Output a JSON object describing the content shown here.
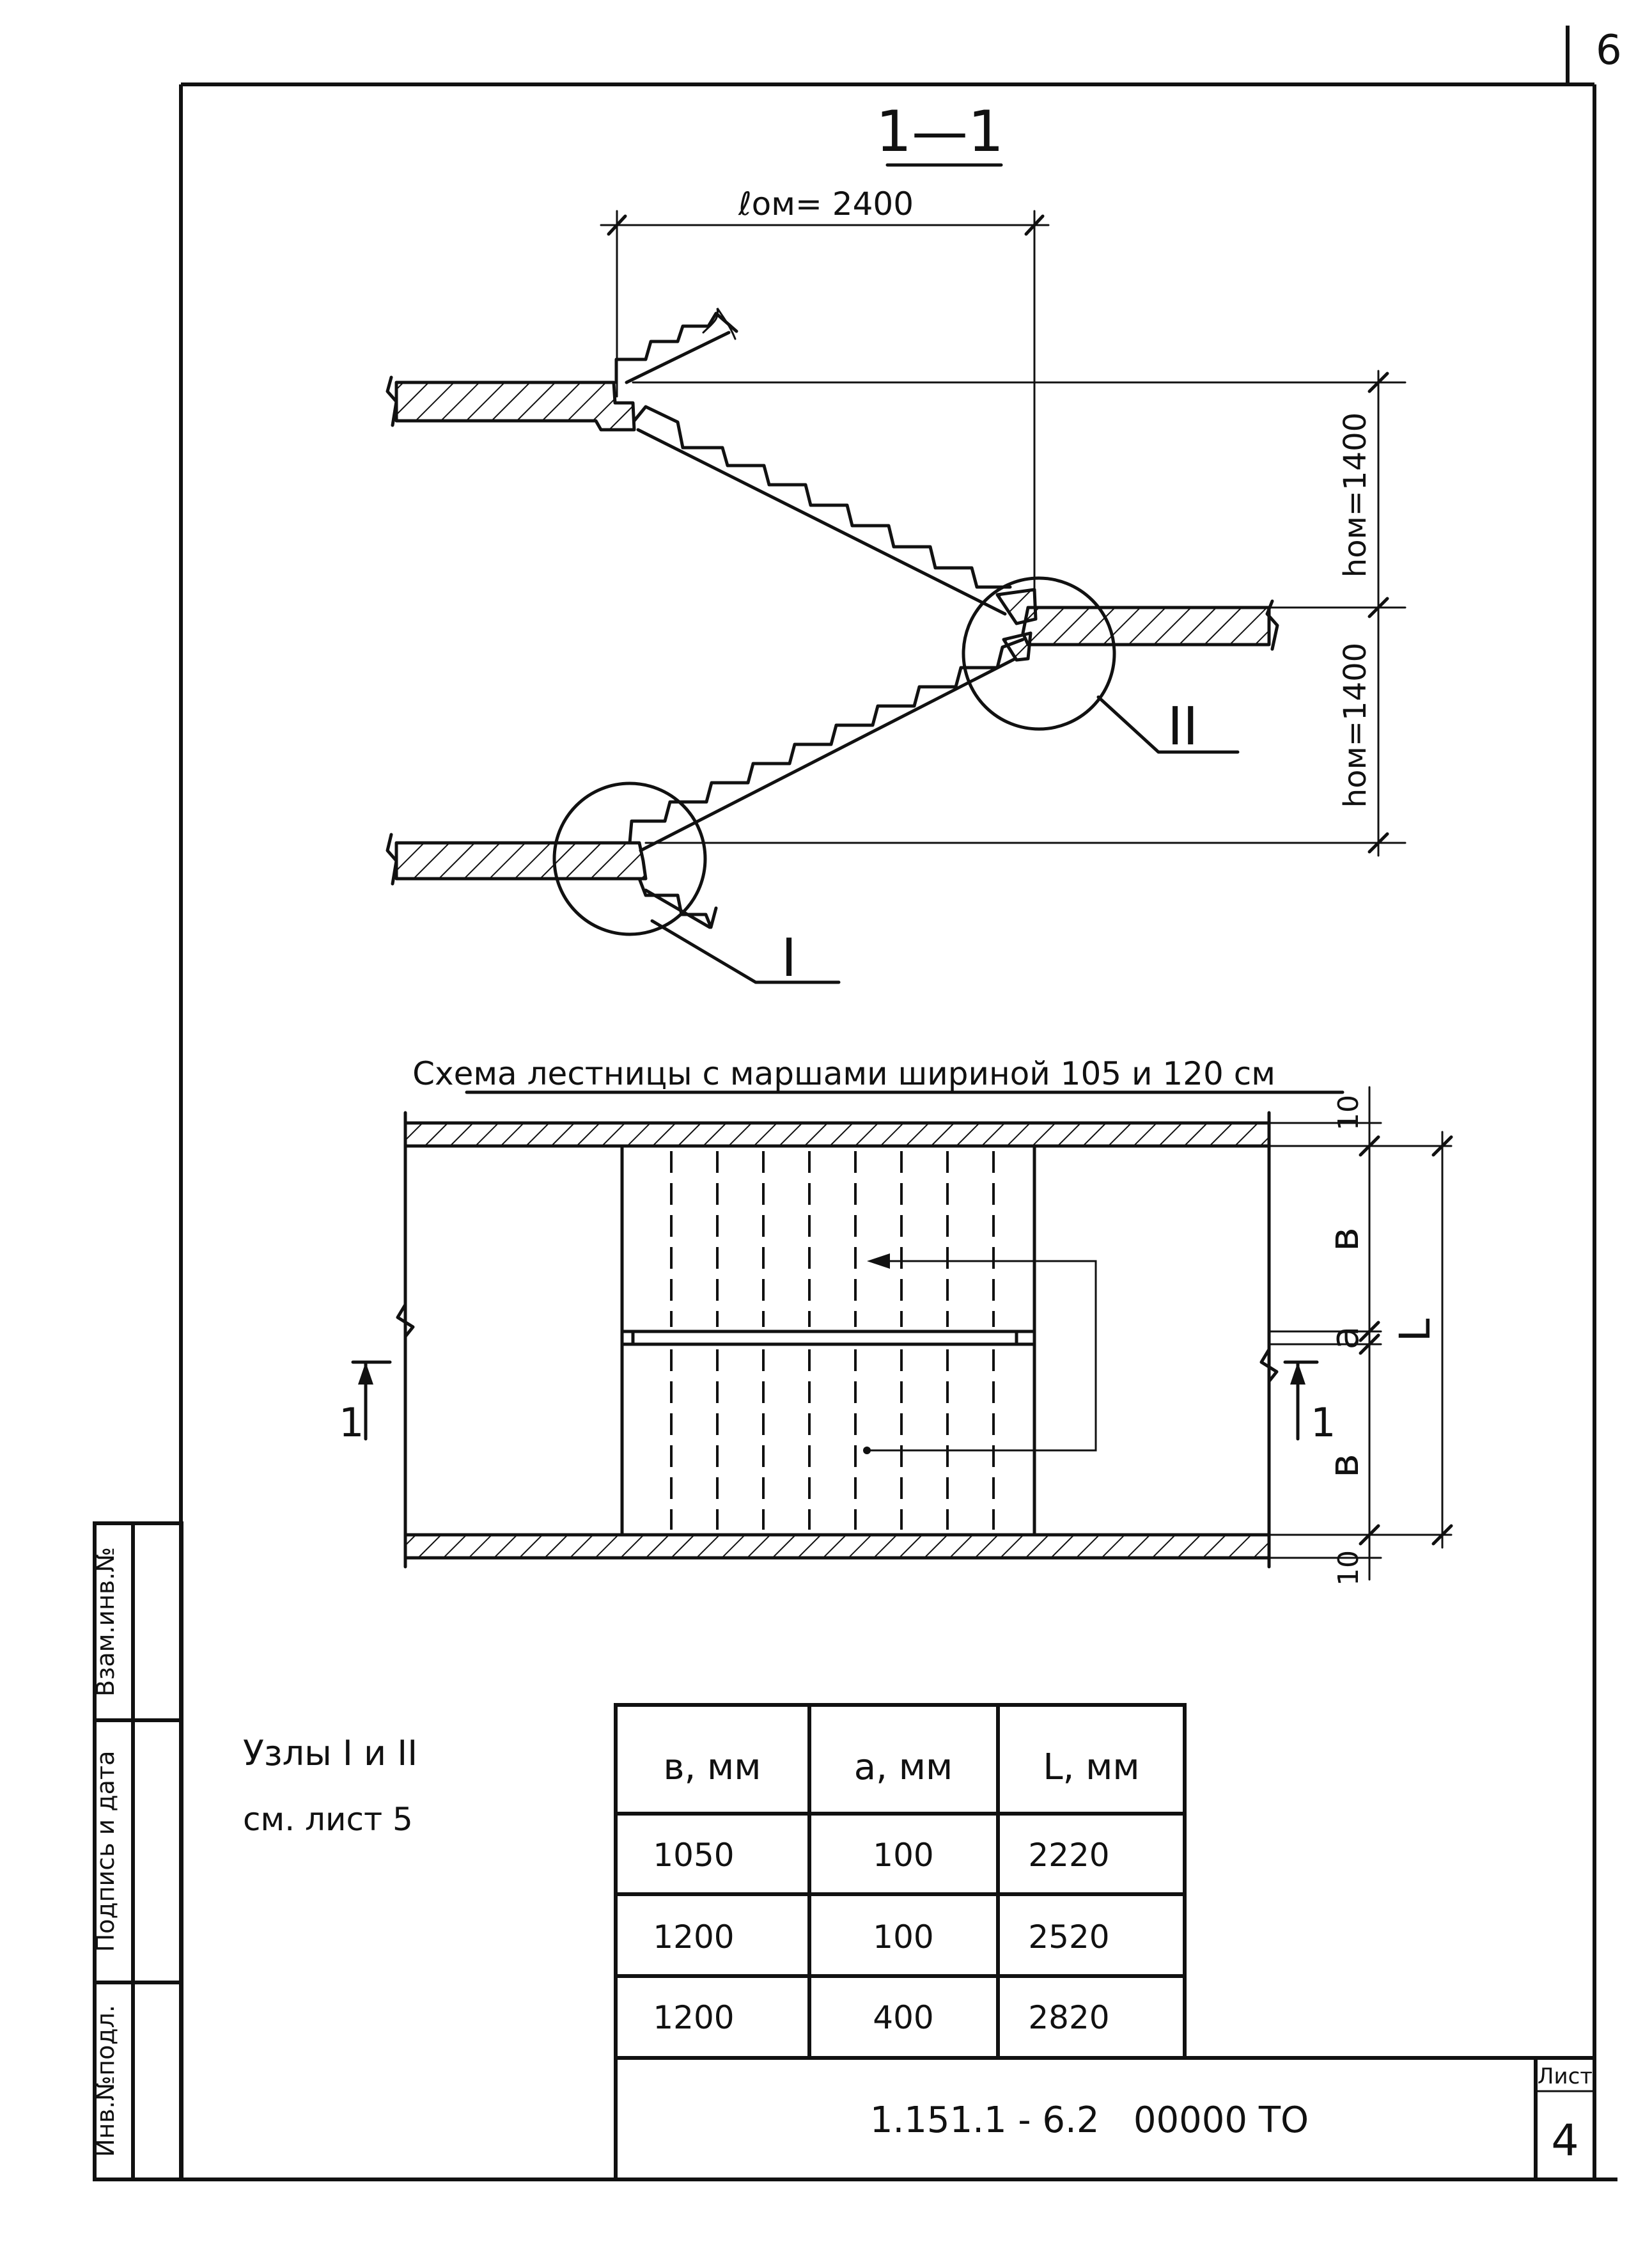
{
  "sheet_number_corner": "6",
  "section": {
    "title": "1—1",
    "dim_horizontal": "ℓом= 2400",
    "dim_vertical_upper": "hом=1400",
    "dim_vertical_lower": "hом=1400",
    "node_labels": [
      "I",
      "II"
    ]
  },
  "plan": {
    "title": "Схема лестницы с маршами шириной 105 и 120 см",
    "dim_top": "10",
    "dim_bottom": "10",
    "dim_b_upper": "в",
    "dim_a": "а",
    "dim_b_lower": "в",
    "dim_total": "L",
    "cut_left": "1",
    "cut_right": "1"
  },
  "note": {
    "line1": "Узлы I и II",
    "line2": "см. лист 5"
  },
  "table": {
    "headers": [
      "в, мм",
      "а, мм",
      "L, мм"
    ],
    "rows": [
      [
        "1050",
        "100",
        "2220"
      ],
      [
        "1200",
        "100",
        "2520"
      ],
      [
        "1200",
        "400",
        "2820"
      ]
    ]
  },
  "title_block": {
    "designation": "1.151.1 - 6.2   00000 ТО",
    "sheet_label": "Лист",
    "sheet_value": "4"
  },
  "side_stamp": {
    "inv_podl": "Инв.№подл.",
    "podpis_data": "Подпись и дата",
    "vzam_inv": "Взам.инв.№"
  }
}
